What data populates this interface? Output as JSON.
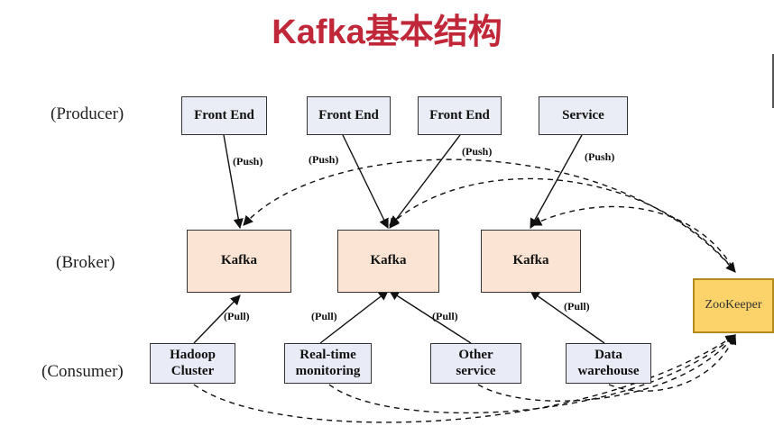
{
  "title": "Kafka基本结构",
  "row_labels": {
    "producer": "(Producer)",
    "broker": "(Broker)",
    "consumer": "(Consumer)"
  },
  "producers": [
    "Front End",
    "Front End",
    "Front End",
    "Service"
  ],
  "brokers": [
    "Kafka",
    "Kafka",
    "Kafka"
  ],
  "consumers": [
    {
      "line1": "Hadoop",
      "line2": "Cluster"
    },
    {
      "line1": "Real-time",
      "line2": "monitoring"
    },
    {
      "line1": "Other",
      "line2": "service"
    },
    {
      "line1": "Data",
      "line2": "warehouse"
    }
  ],
  "zookeeper": "ZooKeeper",
  "edge_labels": {
    "push": "(Push)",
    "pull": "(Pull)"
  }
}
